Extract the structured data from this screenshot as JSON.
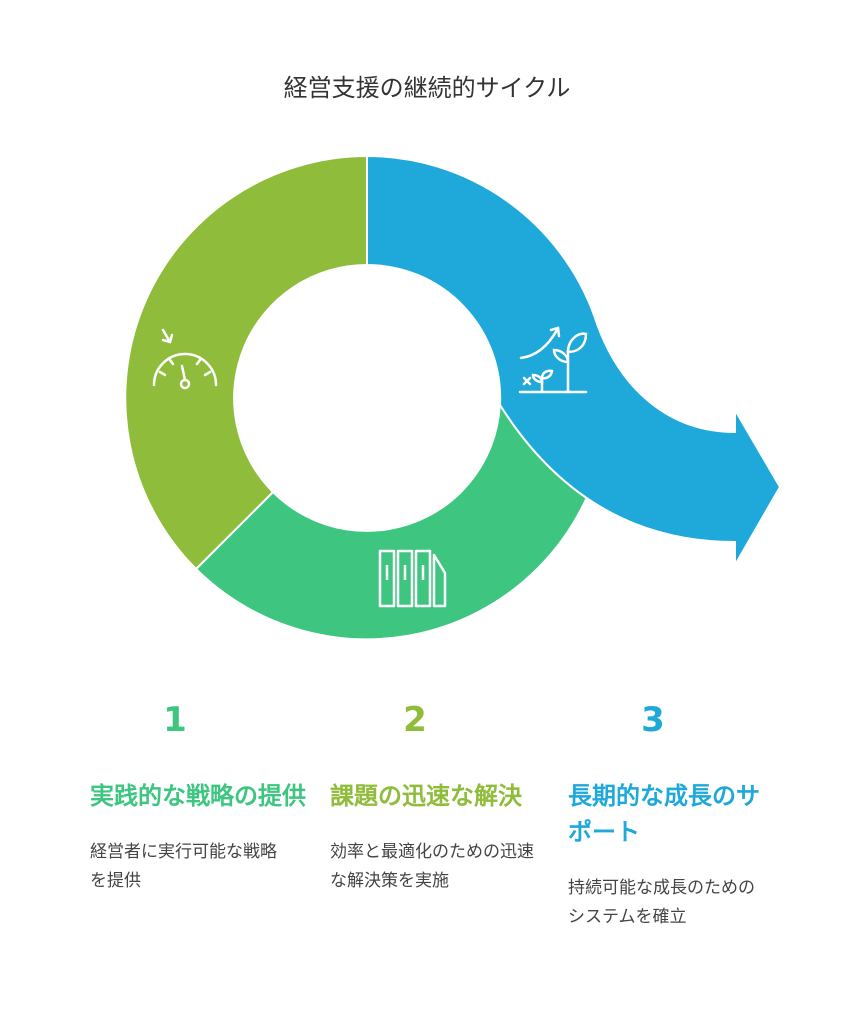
{
  "title": "経営支援の継続的サイクル",
  "colors": {
    "olive": "#8fbc3a",
    "green": "#3ec681",
    "blue": "#1fa9db"
  },
  "steps": [
    {
      "number": "1",
      "heading": "実践的な戦略の提供",
      "body": "経営者に実行可能な戦略を提供",
      "icon": "speedometer-icon"
    },
    {
      "number": "2",
      "heading": "課題の迅速な解決",
      "body": "効率と最適化のための迅速な解決策を実施",
      "icon": "binders-icon"
    },
    {
      "number": "3",
      "heading": "長期的な成長のサポート",
      "body": "持続可能な成長のためのシステムを確立",
      "icon": "growth-plant-icon"
    }
  ]
}
